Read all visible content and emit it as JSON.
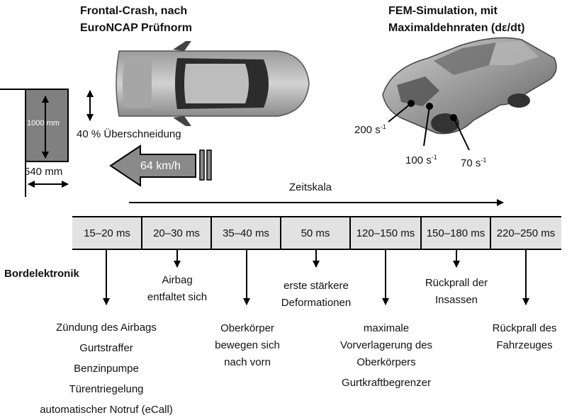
{
  "left_title": [
    "Frontal-Crash, nach",
    "EuroNCAP Prüfnorm"
  ],
  "right_title": [
    "FEM-Simulation, mit",
    "Maximaldehnraten (dε/dt)"
  ],
  "barrier": {
    "height": "1000 mm",
    "width": "540 mm"
  },
  "overlap": "40 % Überschneidung",
  "speed": "64 km/h",
  "strain_rates": [
    {
      "value": "200 s",
      "exp": "-1"
    },
    {
      "value": "100 s",
      "exp": "-1"
    },
    {
      "value": "70 s",
      "exp": "-1"
    }
  ],
  "timescale_label": "Zeitskala",
  "timeline": [
    "15–20 ms",
    "20–30 ms",
    "35–40 ms",
    "50 ms",
    "120–150 ms",
    "150–180 ms",
    "220–250 ms"
  ],
  "bordelektronik": "Bordelektronik",
  "upper_events": [
    [
      "Airbag",
      "entfaltet sich"
    ],
    [
      "erste stärkere",
      "Deformationen"
    ],
    [
      "Rückprall der",
      "Insassen"
    ]
  ],
  "lower_events": [
    [
      "Zündung des Airbags",
      "Gurtstraffer",
      "Benzinpumpe",
      "Türentriegelung",
      "automatischer Notruf (eCall)"
    ],
    [
      "Oberkörper",
      "bewegen sich",
      "nach vorn"
    ],
    [
      "maximale",
      "Vorverlagerung des",
      "Oberkörpers",
      "Gurtkraftbegrenzer"
    ],
    [
      "Rückprall des",
      "Fahrzeuges"
    ]
  ]
}
